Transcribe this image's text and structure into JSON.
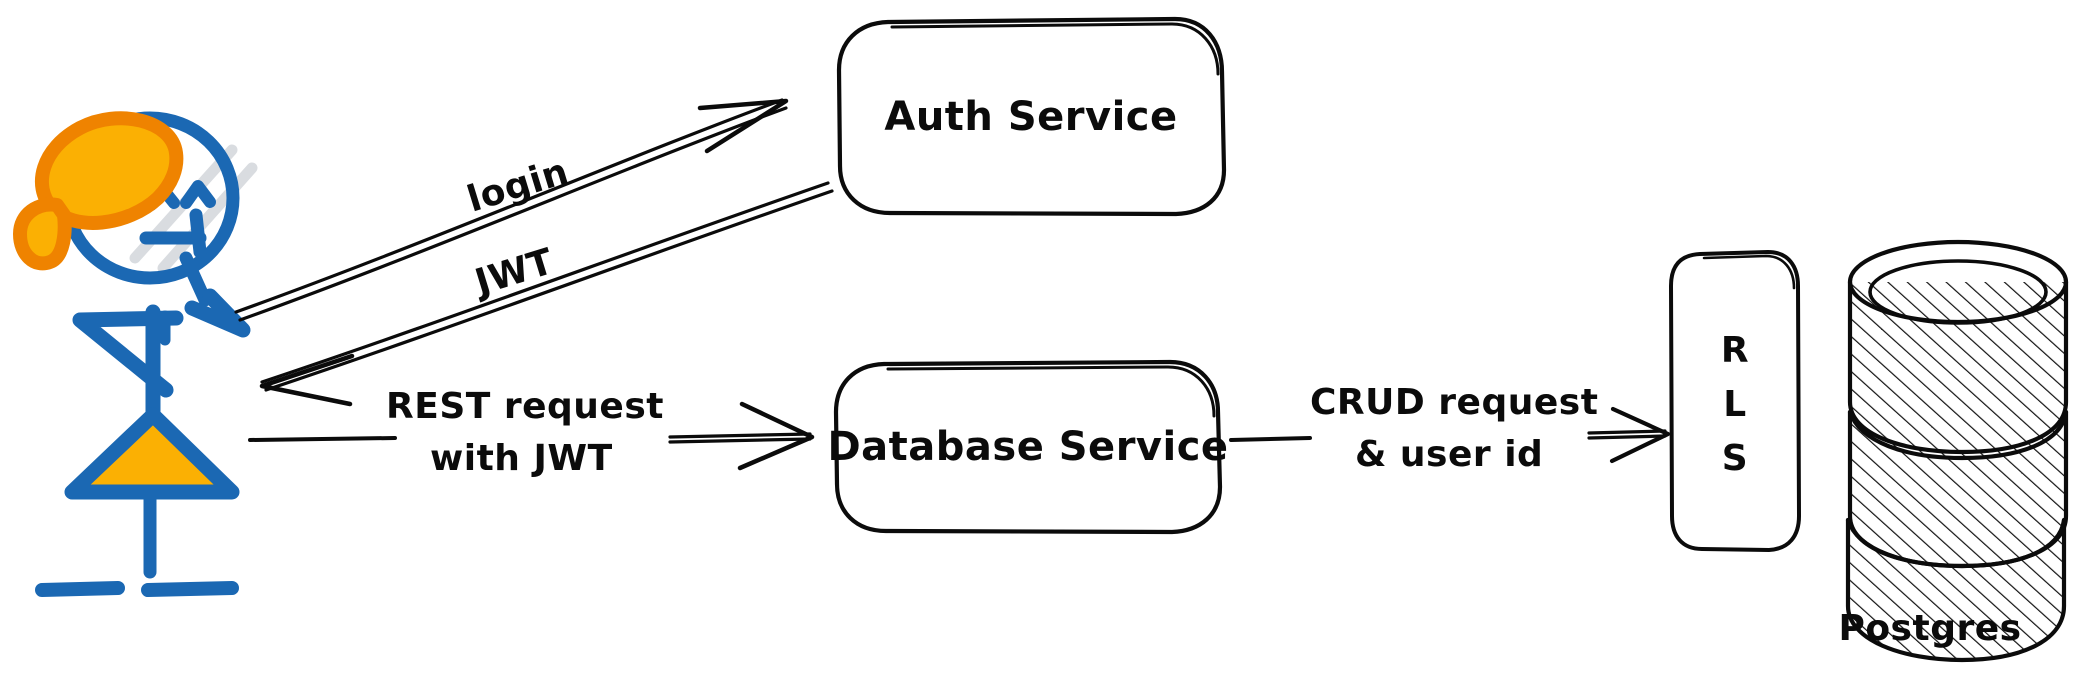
{
  "diagram": {
    "title": "Auth and database architecture flow",
    "style": "hand-drawn sketch",
    "background_color": "#ffffff",
    "ink_color": "#0b0b0b",
    "figure_colors": {
      "blue": "#1b68b3",
      "orange_dark": "#ef8300",
      "orange_light": "#fbb003",
      "hair_highlight": "#d9dce0"
    }
  },
  "actor": {
    "name": "user-stick-figure",
    "description": "smiling stick figure person with bow in hair and skirt"
  },
  "nodes": [
    {
      "id": "auth-service",
      "label": "Auth Service",
      "shape": "rounded-rectangle"
    },
    {
      "id": "database-service",
      "label": "Database Service",
      "shape": "rounded-rectangle"
    },
    {
      "id": "rls",
      "label": "RLS",
      "letters": [
        "R",
        "L",
        "S"
      ],
      "shape": "vertical-rounded-rectangle"
    },
    {
      "id": "postgres",
      "label": "Postgres",
      "shape": "database-cylinder",
      "layers": 3
    }
  ],
  "edges": [
    {
      "id": "edge-login",
      "label": "login",
      "from": "user",
      "to": "auth-service",
      "direction": "right"
    },
    {
      "id": "edge-jwt",
      "label": "JWT",
      "from": "auth-service",
      "to": "user",
      "direction": "left"
    },
    {
      "id": "edge-rest",
      "label_line1": "REST request",
      "label_line2": "with JWT",
      "from": "user",
      "to": "database-service",
      "direction": "right"
    },
    {
      "id": "edge-crud",
      "label_line1": "CRUD request",
      "label_line2": "& user id",
      "from": "database-service",
      "to": "rls",
      "direction": "right"
    }
  ],
  "captions": {
    "postgres": "Postgres"
  }
}
